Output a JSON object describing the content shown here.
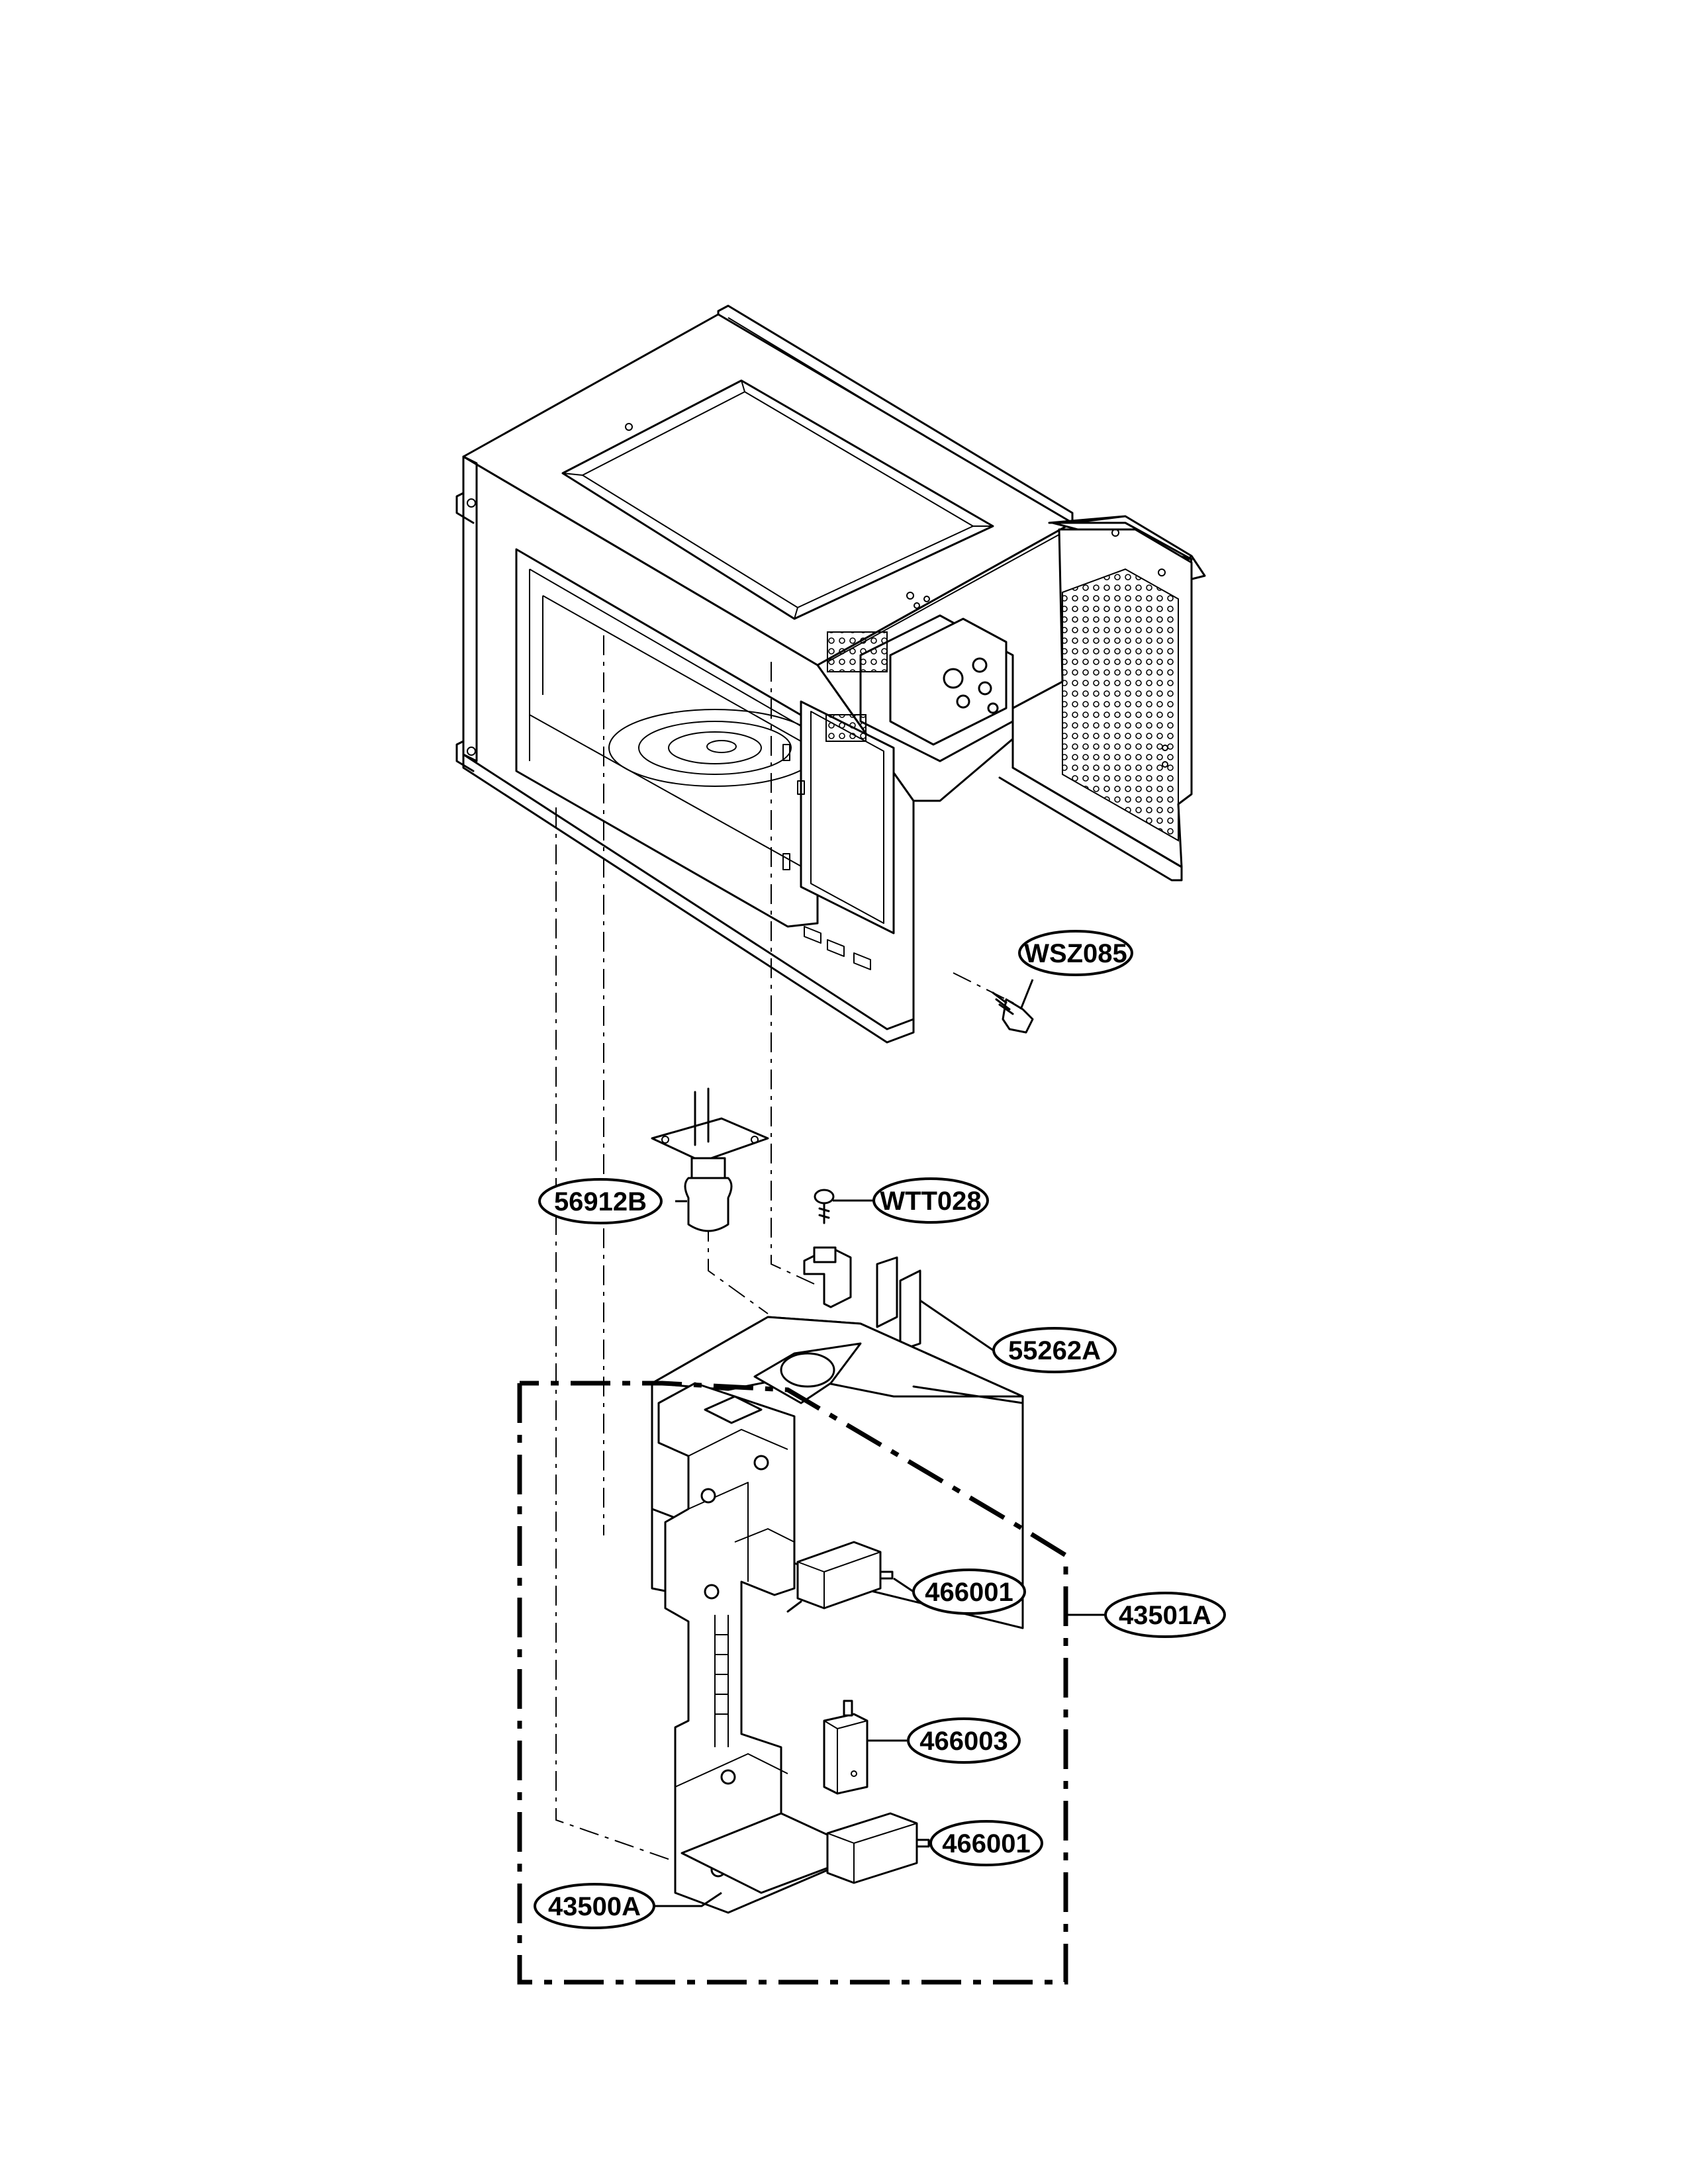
{
  "labels": {
    "wsz085": "WSZ085",
    "p56912b": "56912B",
    "wtt028": "WTT028",
    "p55262a": "55262A",
    "p466001_top": "466001",
    "p43501a": "43501A",
    "p466003": "466003",
    "p466001_bottom": "466001",
    "p43500a": "43500A"
  }
}
